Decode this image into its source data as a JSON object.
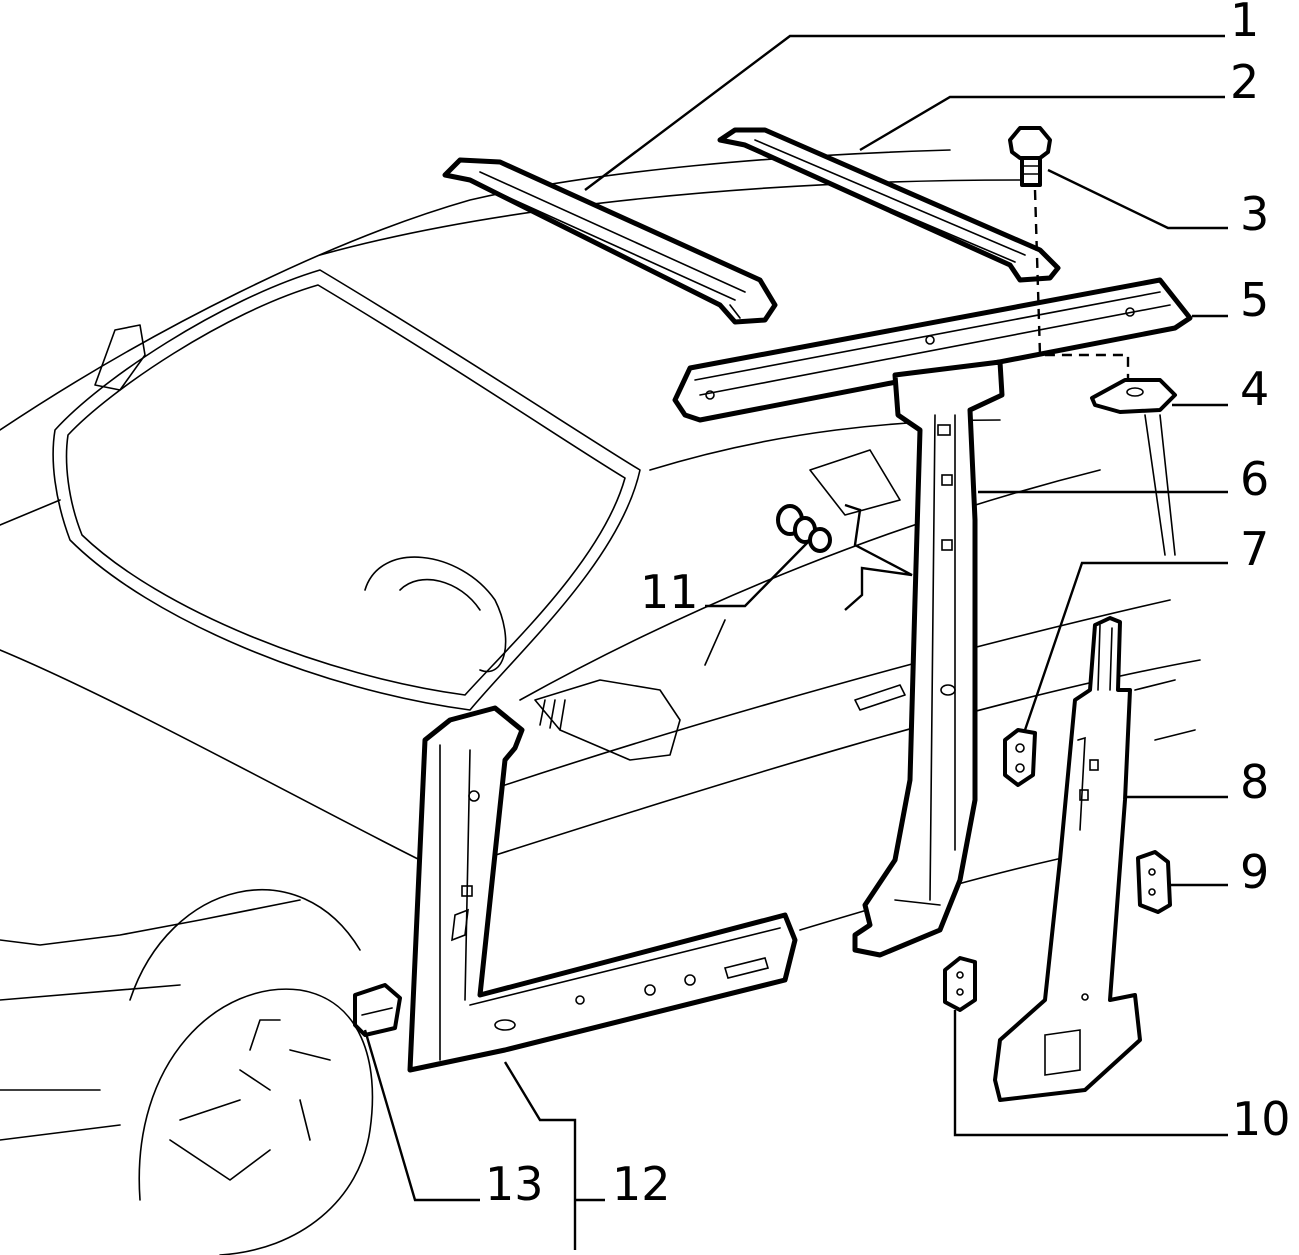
{
  "callouts": [
    {
      "id": "1",
      "label": "1"
    },
    {
      "id": "2",
      "label": "2"
    },
    {
      "id": "3",
      "label": "3"
    },
    {
      "id": "4",
      "label": "4"
    },
    {
      "id": "5",
      "label": "5"
    },
    {
      "id": "6",
      "label": "6"
    },
    {
      "id": "7",
      "label": "7"
    },
    {
      "id": "8",
      "label": "8"
    },
    {
      "id": "9",
      "label": "9"
    },
    {
      "id": "10",
      "label": "10"
    },
    {
      "id": "11",
      "label": "11"
    },
    {
      "id": "12",
      "label": "12"
    },
    {
      "id": "13",
      "label": "13"
    }
  ],
  "colors": {
    "ink": "#000000",
    "paper": "#ffffff"
  }
}
